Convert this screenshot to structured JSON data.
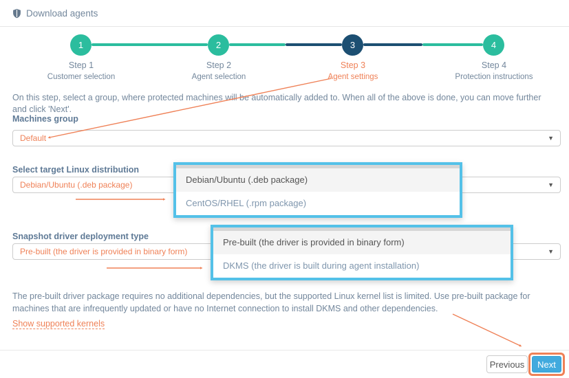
{
  "colors": {
    "accent-orange": "#ef8157",
    "teal": "#2bbd9e",
    "navy": "#1c4f72",
    "highlight-blue": "#54c1e8",
    "next-blue": "#41aade",
    "text-gray": "#73879C",
    "label-gray": "#5f7a96",
    "option-dark": "#555555",
    "option-blue": "#7f96ad"
  },
  "icons": {
    "header": "shield-icon",
    "select_caret": "chevron-down-icon"
  },
  "header": {
    "title": "Download agents"
  },
  "stepper": {
    "steps": [
      {
        "number": "1",
        "title": "Step 1",
        "subtitle": "Customer selection",
        "state": "done"
      },
      {
        "number": "2",
        "title": "Step 2",
        "subtitle": "Agent selection",
        "state": "done"
      },
      {
        "number": "3",
        "title": "Step 3",
        "subtitle": "Agent settings",
        "state": "current"
      },
      {
        "number": "4",
        "title": "Step 4",
        "subtitle": "Protection instructions",
        "state": "upcoming"
      }
    ]
  },
  "intro": "On this step, select a group, where protected machines will be automatically added to. When all of the above is done, you can move further and click 'Next'.",
  "form": {
    "machines_group": {
      "label": "Machines group",
      "value": "Default"
    },
    "linux_distribution": {
      "label": "Select target Linux distribution",
      "value": "Debian/Ubuntu (.deb package)",
      "options": [
        "Debian/Ubuntu (.deb package)",
        "CentOS/RHEL (.rpm package)"
      ]
    },
    "driver_type": {
      "label": "Snapshot driver deployment type",
      "value": "Pre-built (the driver is provided in binary form)",
      "options": [
        "Pre-built (the driver is provided in binary form)",
        "DKMS (the driver is built during agent installation)"
      ]
    }
  },
  "note": "The pre-built driver package requires no additional dependencies, but the supported Linux kernel list is limited. Use pre-built package for machines that are infrequently updated or have no Internet connection to install DKMS and other dependencies.",
  "kernels_link": "Show supported kernels",
  "footer": {
    "previous_label": "Previous",
    "next_label": "Next"
  }
}
